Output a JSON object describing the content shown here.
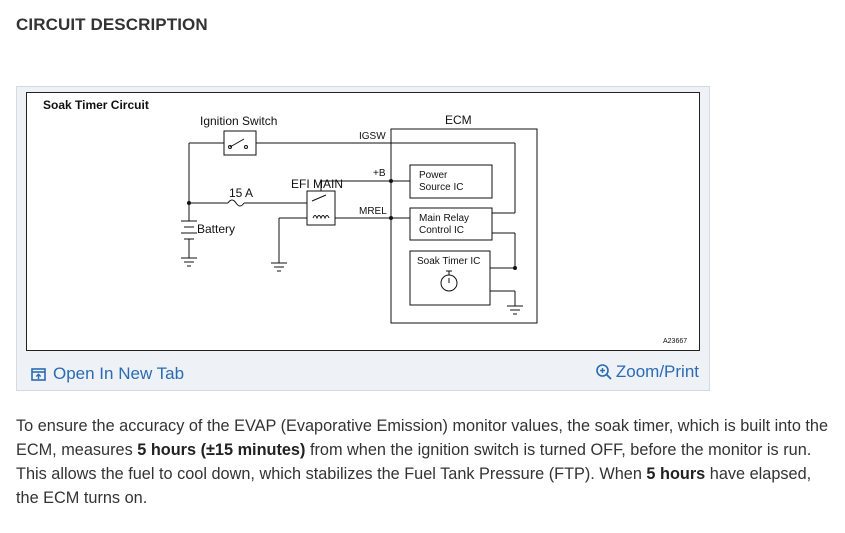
{
  "section": {
    "title": "CIRCUIT DESCRIPTION"
  },
  "diagram": {
    "title": "Soak Timer Circuit",
    "labels": {
      "ignition_switch": "Ignition Switch",
      "ecm": "ECM",
      "igsw": "IGSW",
      "plus_b": "+B",
      "efi_main": "EFI MAIN",
      "fuse_rating": "15 A",
      "mrel": "MREL",
      "battery": "Battery",
      "power_source_ic_1": "Power",
      "power_source_ic_2": "Source IC",
      "main_relay_1": "Main Relay",
      "main_relay_2": "Control IC",
      "soak_timer_ic": "Soak Timer IC",
      "figure_code": "A23667"
    }
  },
  "figure_bar": {
    "open_new_tab": "Open In New Tab",
    "zoom_print": "Zoom/Print",
    "link_color": "#2a6bb3"
  },
  "description": {
    "p1": "To ensure the accuracy of the EVAP (Evaporative Emission) monitor values, the soak timer, which is built into the ECM, measures ",
    "b1": "5 hours (±15 minutes)",
    "p2": " from when the ignition switch is turned OFF, before the monitor is run. This allows the fuel to cool down, which stabilizes the Fuel Tank Pressure (FTP). When ",
    "b2": "5 hours",
    "p3": " have elapsed, the ECM turns on."
  }
}
